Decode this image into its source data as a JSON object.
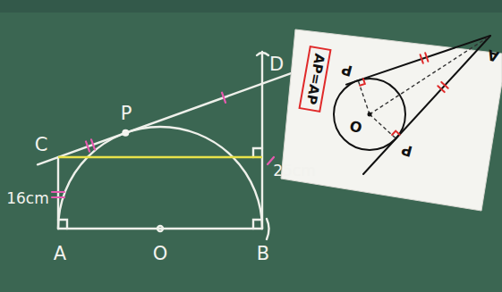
{
  "diagram": {
    "nodes": [
      {
        "text": [
          "AP=AP"
        ]
      }
    ],
    "labels": [
      "P",
      "C",
      "D",
      "16cm",
      "25cm",
      "A",
      "O",
      "B",
      "A",
      "O",
      "P",
      "P"
    ]
  }
}
